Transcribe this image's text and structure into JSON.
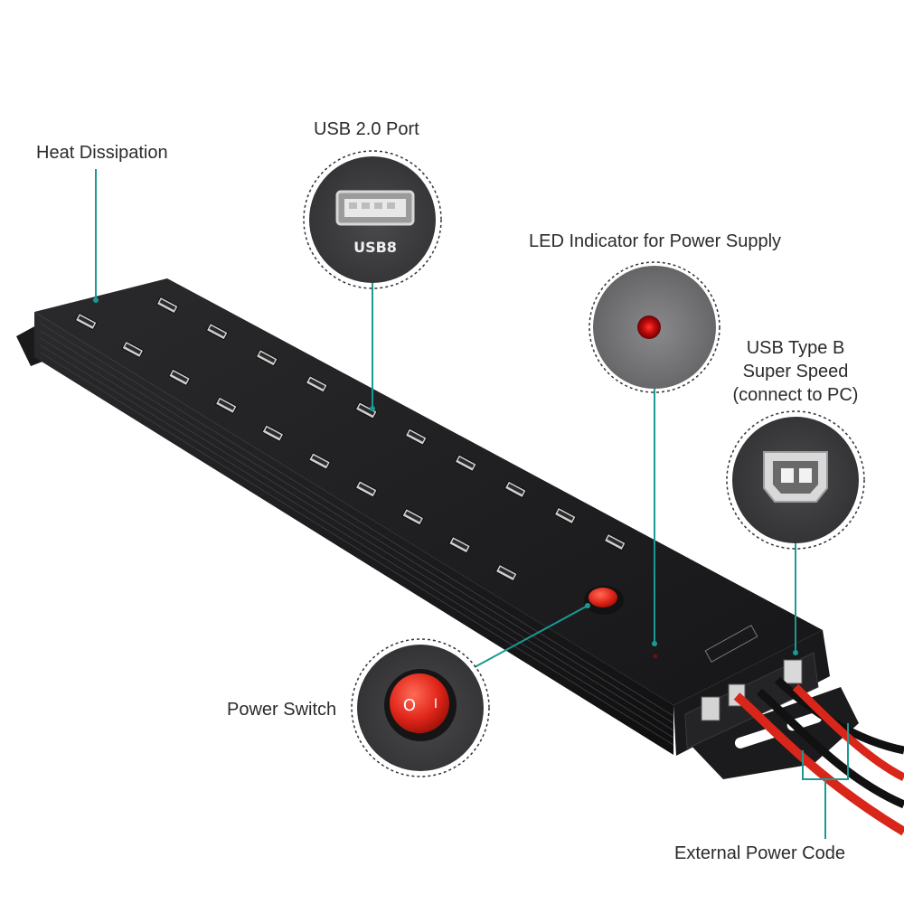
{
  "callouts": {
    "heat_dissipation": "Heat Dissipation",
    "usb20_port": "USB 2.0 Port",
    "led_indicator": "LED Indicator for Power Supply",
    "usb_type_b_line1": "USB Type B",
    "usb_type_b_line2": "Super Speed",
    "usb_type_b_line3": "(connect to PC)",
    "power_switch": "Power Switch",
    "external_power": "External Power Code"
  },
  "device": {
    "port_label": "USB8",
    "switch_on_mark": "I",
    "switch_off_mark": "O",
    "port_count": 20
  },
  "colors": {
    "leader_line": "#1a9a93",
    "body": "#1c1c1e",
    "switch_red": "#e0261b",
    "led_red": "#d81012",
    "cable_red": "#d8261a",
    "cable_black": "#111111"
  }
}
